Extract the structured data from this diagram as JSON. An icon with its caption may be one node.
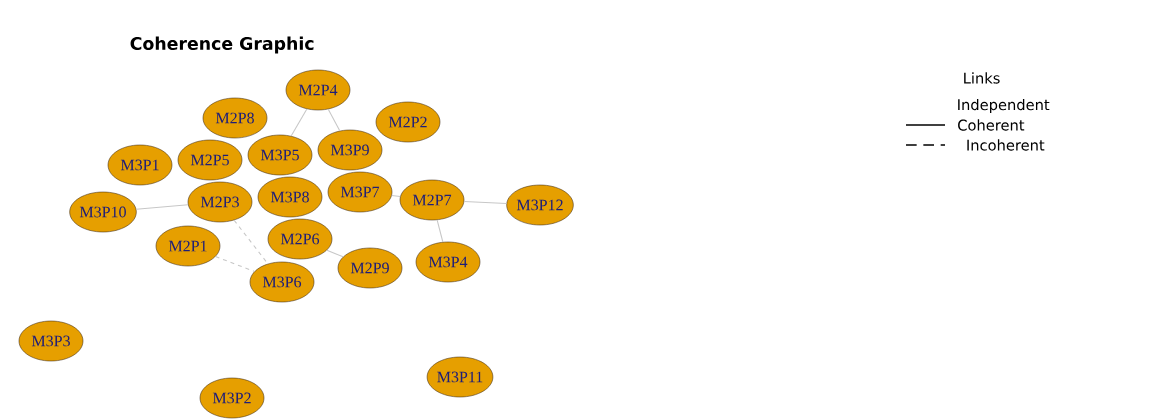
{
  "diagram": {
    "title": "Coherence Graphic",
    "nodes": [
      {
        "text": [
          "M2P4"
        ]
      },
      {
        "text": [
          "M2P8"
        ]
      },
      {
        "text": [
          "M2P2"
        ]
      },
      {
        "text": [
          "M3P1"
        ]
      },
      {
        "text": [
          "M2P5"
        ]
      },
      {
        "text": [
          "M3P5"
        ]
      },
      {
        "text": [
          "M3P9"
        ]
      },
      {
        "text": [
          "M3P8"
        ]
      },
      {
        "text": [
          "M3P7"
        ]
      },
      {
        "text": [
          "M2P3"
        ]
      },
      {
        "text": [
          "M3P10"
        ]
      },
      {
        "text": [
          "M2P7"
        ]
      },
      {
        "text": [
          "M3P12"
        ]
      },
      {
        "text": [
          "M2P6"
        ]
      },
      {
        "text": [
          "M2P1"
        ]
      },
      {
        "text": [
          "M2P9"
        ]
      },
      {
        "text": [
          "M3P6"
        ]
      },
      {
        "text": [
          "M3P4"
        ]
      },
      {
        "text": [
          "M3P3"
        ]
      },
      {
        "text": [
          "M3P2"
        ]
      },
      {
        "text": [
          "M3P11"
        ]
      }
    ],
    "edges": [
      {
        "from": 10,
        "to": 9,
        "arrow": "none"
      },
      {
        "from": 11,
        "to": 12,
        "arrow": "none"
      },
      {
        "from": 11,
        "to": 17,
        "arrow": "none"
      },
      {
        "from": 14,
        "to": 16,
        "arrow": "none",
        "style": "dashed"
      },
      {
        "from": 9,
        "to": 16,
        "arrow": "none",
        "style": "dashed"
      },
      {
        "from": 0,
        "to": 5,
        "arrow": "none"
      },
      {
        "from": 0,
        "to": 6,
        "arrow": "none"
      },
      {
        "from": 13,
        "to": 15,
        "arrow": "none"
      },
      {
        "from": 8,
        "to": 11,
        "arrow": "none"
      }
    ],
    "legend": [
      {
        "text": "Links"
      },
      {
        "text": "Independent"
      },
      {
        "text": "Coherent"
      },
      {
        "text": "Incoherent"
      }
    ]
  }
}
